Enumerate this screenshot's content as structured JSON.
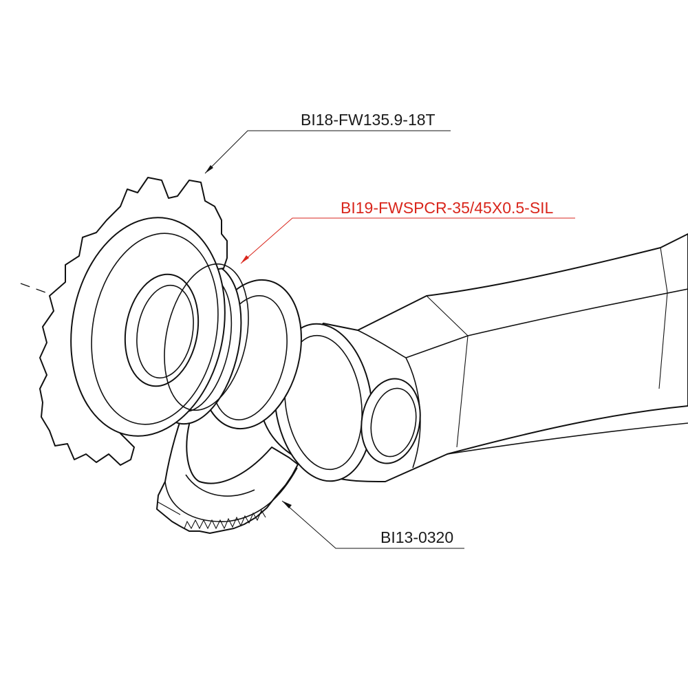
{
  "callouts": {
    "freewheel": "BI18-FW135.9-18T",
    "spacer": "BI19-FWSPCR-35/45X0.5-SIL",
    "chainring": "BI13-0320"
  },
  "colors": {
    "highlight": "#d9261c",
    "line": "#111111",
    "background": "#ffffff"
  }
}
